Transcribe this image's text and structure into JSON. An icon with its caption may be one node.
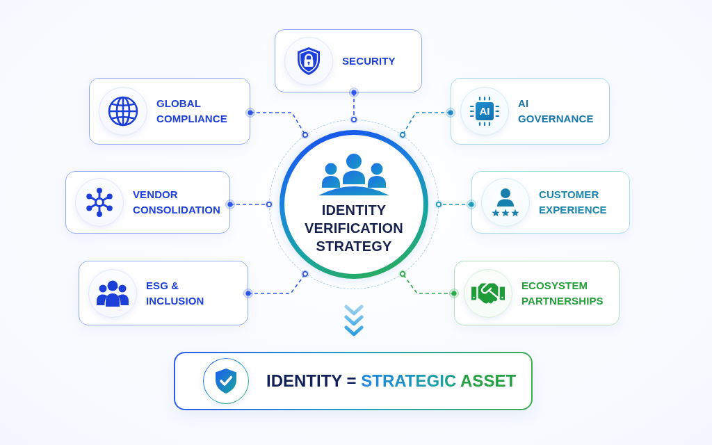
{
  "diagram": {
    "nodes": [
      {
        "text": [
          "SECURITY"
        ]
      },
      {
        "text": [
          "GLOBAL COMPLIANCE"
        ]
      },
      {
        "text": [
          "AI GOVERNANCE"
        ]
      },
      {
        "text": [
          "VENDOR CONSOLIDATION"
        ]
      },
      {
        "text": [
          "IDENTITY VERIFICATION STRATEGY"
        ]
      },
      {
        "text": [
          "CUSTOMER EXPERIENCE"
        ]
      },
      {
        "text": [
          "ESG & INCLUSION"
        ]
      },
      {
        "text": [
          "ECOSYSTEM PARTNERSHIPS"
        ]
      },
      {
        "text": [
          "IDENTITY = STRATEGIC ASSET"
        ]
      }
    ],
    "edges": [
      {
        "from": 0,
        "to": 4,
        "arrow": "other",
        "style": "dashed"
      },
      {
        "from": 1,
        "to": 4,
        "arrow": "other",
        "style": "dashed"
      },
      {
        "from": 2,
        "to": 4,
        "arrow": "other",
        "style": "dashed",
        "color": "#1f86c4"
      },
      {
        "from": 3,
        "to": 4,
        "arrow": "other",
        "style": "dashed"
      },
      {
        "from": 5,
        "to": 4,
        "arrow": "other",
        "style": "dashed",
        "color": "#1b9cb8"
      },
      {
        "from": 6,
        "to": 4,
        "arrow": "other",
        "style": "dashed"
      },
      {
        "from": 7,
        "to": 4,
        "arrow": "other",
        "style": "dashed",
        "color": "#2ea84c"
      },
      {
        "from": 4,
        "to": 8,
        "arrow": "to",
        "style": "thick",
        "color": "#2a9ee0"
      }
    ],
    "labels": [
      "AI"
    ]
  }
}
